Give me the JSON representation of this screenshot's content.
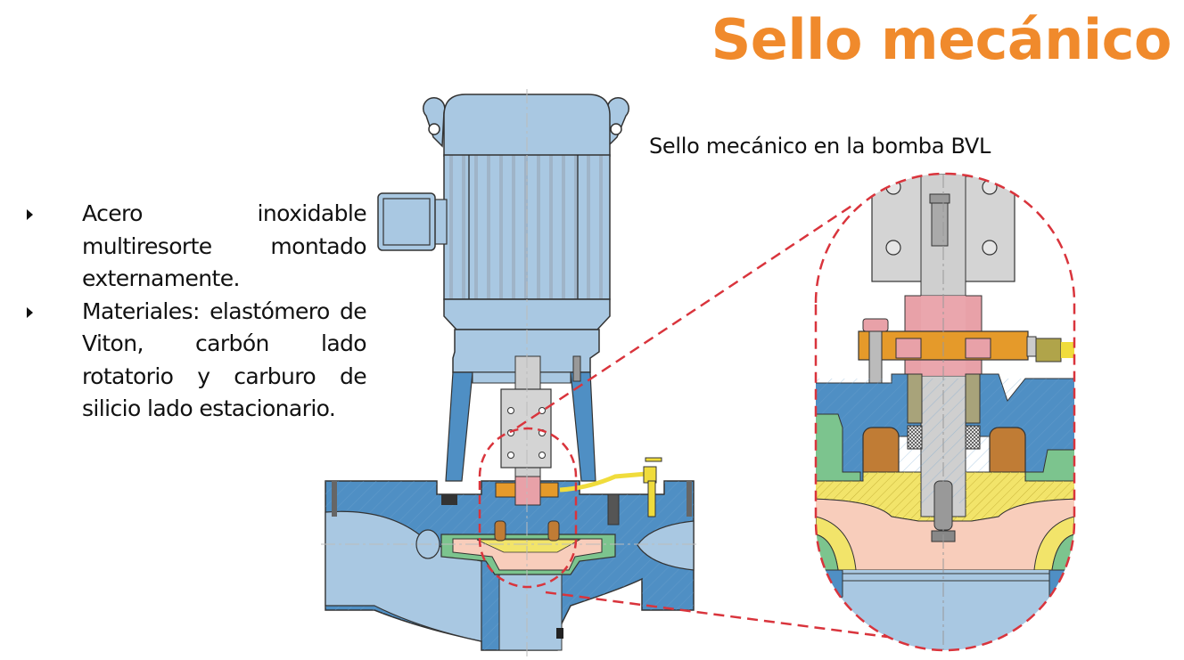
{
  "slide": {
    "title": "Sello mecánico",
    "subtitle": "Sello mecánico en la bomba BVL",
    "bullets": [
      {
        "icon": "triangle-bullet-icon",
        "text": "Acero inoxidable multiresorte montado externamente."
      },
      {
        "icon": "triangle-bullet-icon",
        "text": "Materiales: elastómero de Viton, carbón lado rotatorio y carburo de silicio lado estacionario."
      }
    ]
  },
  "colors": {
    "title_orange": "#f08a2c",
    "motor_blue": "#a9c8e2",
    "casing_blue": "#4f8fc4",
    "highlight_red": "#d9343c",
    "impeller_pink": "#f8cdbb",
    "impeller_yellow": "#f2e46a",
    "wear_ring_green": "#7cc48e",
    "seal_orange": "#e59a2a",
    "seal_pink": "#e8a1a8",
    "shaft_gray": "#cfcfcf",
    "bronze": "#c07c35",
    "tube_yellow": "#f0dc3c"
  }
}
